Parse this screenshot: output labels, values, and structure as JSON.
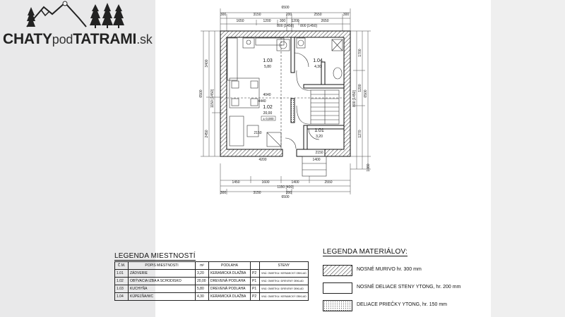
{
  "logo": {
    "part1": "CHATY",
    "part2": "pod",
    "part3": "TATRAMI",
    "part4": ".sk"
  },
  "plan": {
    "dims_top": {
      "total": "6500",
      "a": "300",
      "b": "3150",
      "c": "200",
      "d": "2550",
      "e": "300",
      "f": "1650",
      "g": "1200",
      "h": "300",
      "i": "1200",
      "j": "2650",
      "k": "800 [1450]",
      "l": "800 [1450]"
    },
    "dims_bottom": {
      "a": "1450",
      "b": "1600",
      "c": "1400",
      "d": "2550",
      "e": "1150 [400]",
      "total": "6500",
      "f": "300",
      "g": "3150",
      "h": "200"
    },
    "dims_inner": {
      "w1": "4040",
      "w2": "4200",
      "w3": "1400",
      "w4": "2150",
      "w5": "2150",
      "w6": "4440"
    },
    "dims_left": {
      "total": "6500",
      "a": "3400",
      "b": "2450",
      "c": "1150 [1450]"
    },
    "dims_right": {
      "total": "6500",
      "a": "1700",
      "b": "1200",
      "c": "1270",
      "d": "800 [1450]",
      "e": "1080"
    },
    "rooms": [
      {
        "num": "1.03",
        "area": "5,80"
      },
      {
        "num": "1.04",
        "area": "4,30"
      },
      {
        "num": "1.02",
        "area": "20,00"
      },
      {
        "num": "1.01",
        "area": "3,20"
      }
    ],
    "level_label": "± 0,000"
  },
  "room_legend": {
    "title": "LEGENDA MIESTNOSTÍ",
    "headers": [
      "Č.M.",
      "POPIS MIESTNOSTI",
      "m²",
      "PODLAHA",
      "",
      "STENY"
    ],
    "rows": [
      [
        "1.01",
        "ZÁDVERIE",
        "3,20",
        "KERAMICKÁ DLAŽBA",
        "P2",
        "VNÚ. OMIETKA / KERAMICKÝ OBKLAD"
      ],
      [
        "1.02",
        "OBÝVACIA IZBA A SCHODISKO",
        "20,00",
        "DREVENÁ PODLAHA",
        "P1",
        "VNÚ. OMIETKA / DREVENÝ OBKLAD"
      ],
      [
        "1.03",
        "KUCHYŇA",
        "5,80",
        "DREVENÁ PODLAHA",
        "P1",
        "VNÚ. OMIETKA / DREVENÝ OBKLAD"
      ],
      [
        "1.04",
        "KÚPEĽŇA/WC",
        "4,30",
        "KERAMICKÁ DLAŽBA",
        "P2",
        "VNÚ. OMIETKA / KERAMICKÝ OBKLAD"
      ]
    ]
  },
  "material_legend": {
    "title": "LEGENDA MATERIÁLOV:",
    "items": [
      {
        "label": "NOSNÉ MURIVO hr. 300 mm",
        "pattern": "hatch"
      },
      {
        "label": "NOSNÉ DELIACE STENY YTONG, hr. 200 mm",
        "pattern": "blank"
      },
      {
        "label": "DELIACE PRIEČKY YTONG, hr. 150 mm",
        "pattern": "dots"
      }
    ]
  },
  "colors": {
    "page": "#ffffff",
    "background": "#e9e9ea",
    "ink": "#111111"
  }
}
